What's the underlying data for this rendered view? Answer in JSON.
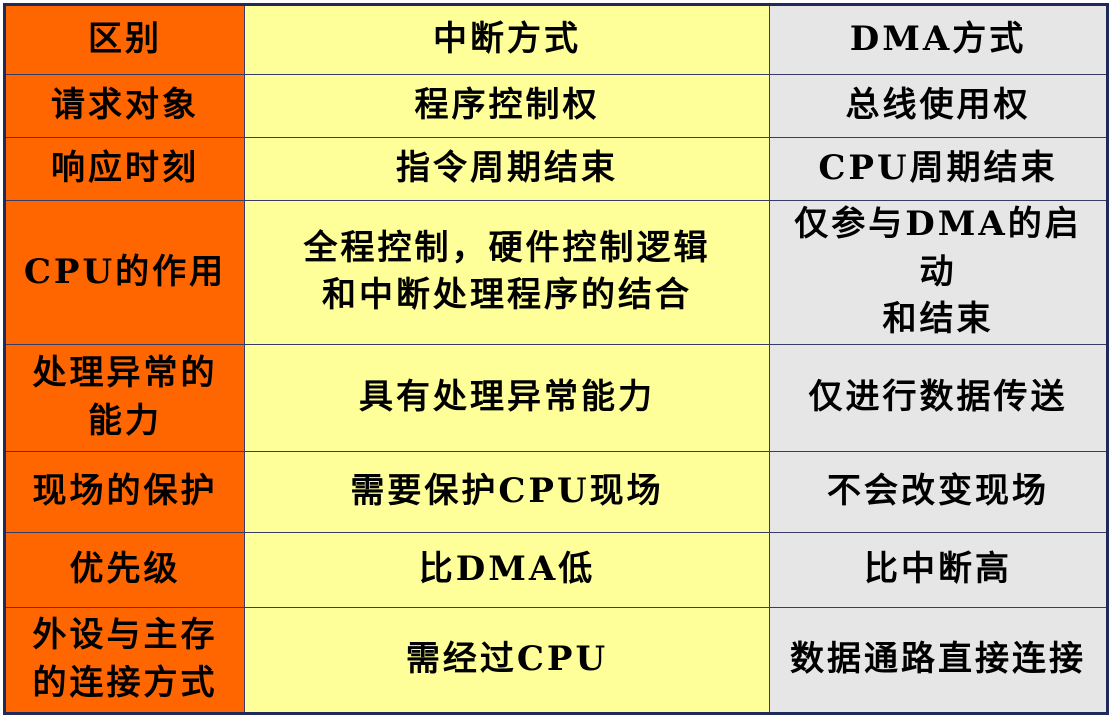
{
  "table": {
    "header": {
      "col1": "区别",
      "col2": "中断方式",
      "col3": "DMA方式"
    },
    "rows": [
      {
        "c1": "请求对象",
        "c2": "程序控制权",
        "c3": "总线使用权"
      },
      {
        "c1": "响应时刻",
        "c2": "指令周期结束",
        "c3": "CPU周期结束"
      },
      {
        "c1": "CPU的作用",
        "c2_line1": "全程控制，硬件控制逻辑",
        "c2_line2": "和中断处理程序的结合",
        "c3_line1": "仅参与DMA的启动",
        "c3_line2": "和结束"
      },
      {
        "c1_line1": "处理异常的",
        "c1_line2": "能力",
        "c2": "具有处理异常能力",
        "c3": "仅进行数据传送"
      },
      {
        "c1": "现场的保护",
        "c2": "需要保护CPU现场",
        "c3": "不会改变现场"
      },
      {
        "c1": "优先级",
        "c2": "比DMA低",
        "c3": "比中断高"
      },
      {
        "c1_line1": "外设与主存",
        "c1_line2": "的连接方式",
        "c2": "需经过CPU",
        "c3": "数据通路直接连接"
      }
    ]
  },
  "colors": {
    "col1_bg": "#ff6600",
    "col2_bg": "#ffff99",
    "col3_bg": "#e6e6e6",
    "border": "#1f2a5a"
  }
}
